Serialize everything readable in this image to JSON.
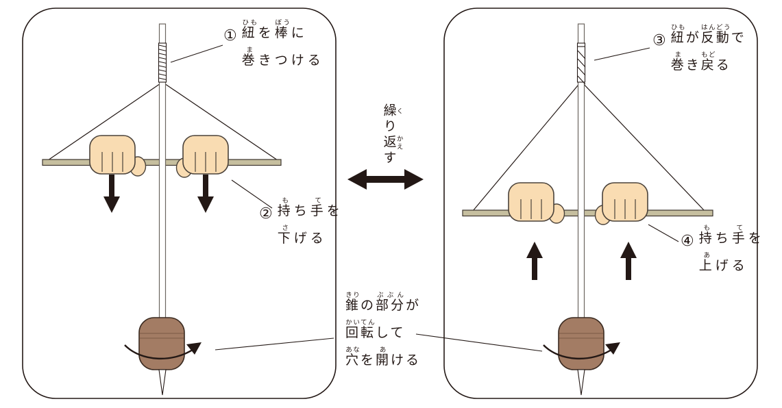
{
  "title": "pump-drill usage diagram",
  "colors": {
    "line": "#231815",
    "stick": "#6b655f",
    "hand_fill": "#f9dcb2",
    "bar_fill": "#c6bf9f",
    "weight_fill": "#a37c64",
    "weight_band": "#8f6b55",
    "arrow": "#231815",
    "panel_bg": "#ffffff"
  },
  "icons": {
    "repeat_arrow": "double-headed-horizontal-arrow",
    "push_down": "down-arrow",
    "pull_up": "up-arrow",
    "rotation": "curved-rotation-arrow"
  },
  "annotations": {
    "step1": {
      "number": "①",
      "lines": [
        [
          {
            "t": "紐",
            "r": "ひも"
          },
          {
            "t": "を"
          },
          {
            "t": "棒",
            "r": "ぼう"
          },
          {
            "t": "に"
          }
        ],
        [
          {
            "t": "巻",
            "r": "ま"
          },
          {
            "t": "きつける"
          }
        ]
      ]
    },
    "step2": {
      "number": "②",
      "lines": [
        [
          {
            "t": "持",
            "r": "も"
          },
          {
            "t": "ち"
          },
          {
            "t": "手",
            "r": "て"
          },
          {
            "t": "を"
          }
        ],
        [
          {
            "t": "下",
            "r": "さ"
          },
          {
            "t": "げる"
          }
        ]
      ]
    },
    "step3": {
      "number": "③",
      "lines": [
        [
          {
            "t": "紐",
            "r": "ひも"
          },
          {
            "t": "が"
          },
          {
            "t": "反動",
            "r": "はんどう"
          },
          {
            "t": "で"
          }
        ],
        [
          {
            "t": "巻",
            "r": "ま"
          },
          {
            "t": "き"
          },
          {
            "t": "戻",
            "r": "もど"
          },
          {
            "t": "る"
          }
        ]
      ]
    },
    "step4": {
      "number": "④",
      "lines": [
        [
          {
            "t": "持",
            "r": "も"
          },
          {
            "t": "ち"
          },
          {
            "t": "手",
            "r": "て"
          },
          {
            "t": "を"
          }
        ],
        [
          {
            "t": "上",
            "r": "あ"
          },
          {
            "t": "げる"
          }
        ]
      ]
    },
    "repeat": {
      "chars": [
        {
          "t": "繰",
          "r": "く"
        },
        {
          "t": "り"
        },
        {
          "t": "返",
          "r": "かえ"
        },
        {
          "t": "す"
        }
      ]
    },
    "drill_note": {
      "lines": [
        [
          {
            "t": "錐",
            "r": "きり"
          },
          {
            "t": "の"
          },
          {
            "t": "部分",
            "r": "ぶぶん"
          },
          {
            "t": "が"
          }
        ],
        [
          {
            "t": "回転",
            "r": "かいてん"
          },
          {
            "t": "して"
          }
        ],
        [
          {
            "t": "穴",
            "r": "あな"
          },
          {
            "t": "を"
          },
          {
            "t": "開",
            "r": "あ"
          },
          {
            "t": "ける"
          }
        ]
      ]
    }
  }
}
